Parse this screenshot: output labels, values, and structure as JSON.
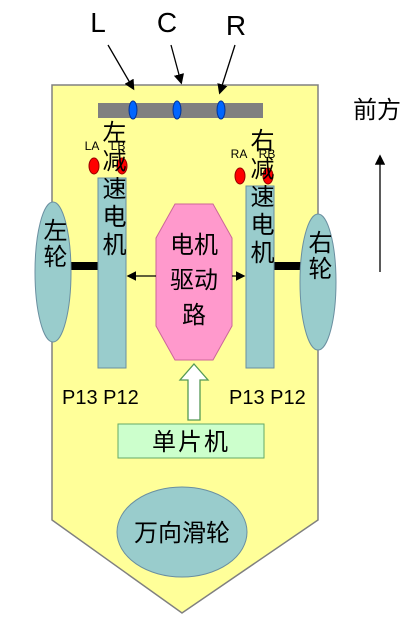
{
  "sensors_top": {
    "left": "L",
    "center": "C",
    "right": "R"
  },
  "direction": {
    "label": "前方"
  },
  "left_sensors": {
    "a": "LA",
    "b": "LB"
  },
  "right_sensors": {
    "a": "RA",
    "b": "RB"
  },
  "left_wheel": {
    "label": "左轮"
  },
  "right_wheel": {
    "label": "右轮"
  },
  "left_motor": {
    "label": "左减速电机"
  },
  "right_motor": {
    "label": "右减速电机"
  },
  "driver": {
    "label": "电机驱动路"
  },
  "left_pins": {
    "label": "P13 P12"
  },
  "right_pins": {
    "label": "P13 P12"
  },
  "mcu": {
    "label": "单片机"
  },
  "caster": {
    "label": "万向滑轮"
  },
  "colors": {
    "body": "#FFFF99",
    "component": "#99CCCC",
    "wheel": "#99CCCC",
    "driver": "#FF99CC",
    "mcu": "#CCFFCC",
    "sensor_led": "#FF0000",
    "sensor_dot": "#0066FF",
    "sensor_bar": "#808080"
  }
}
